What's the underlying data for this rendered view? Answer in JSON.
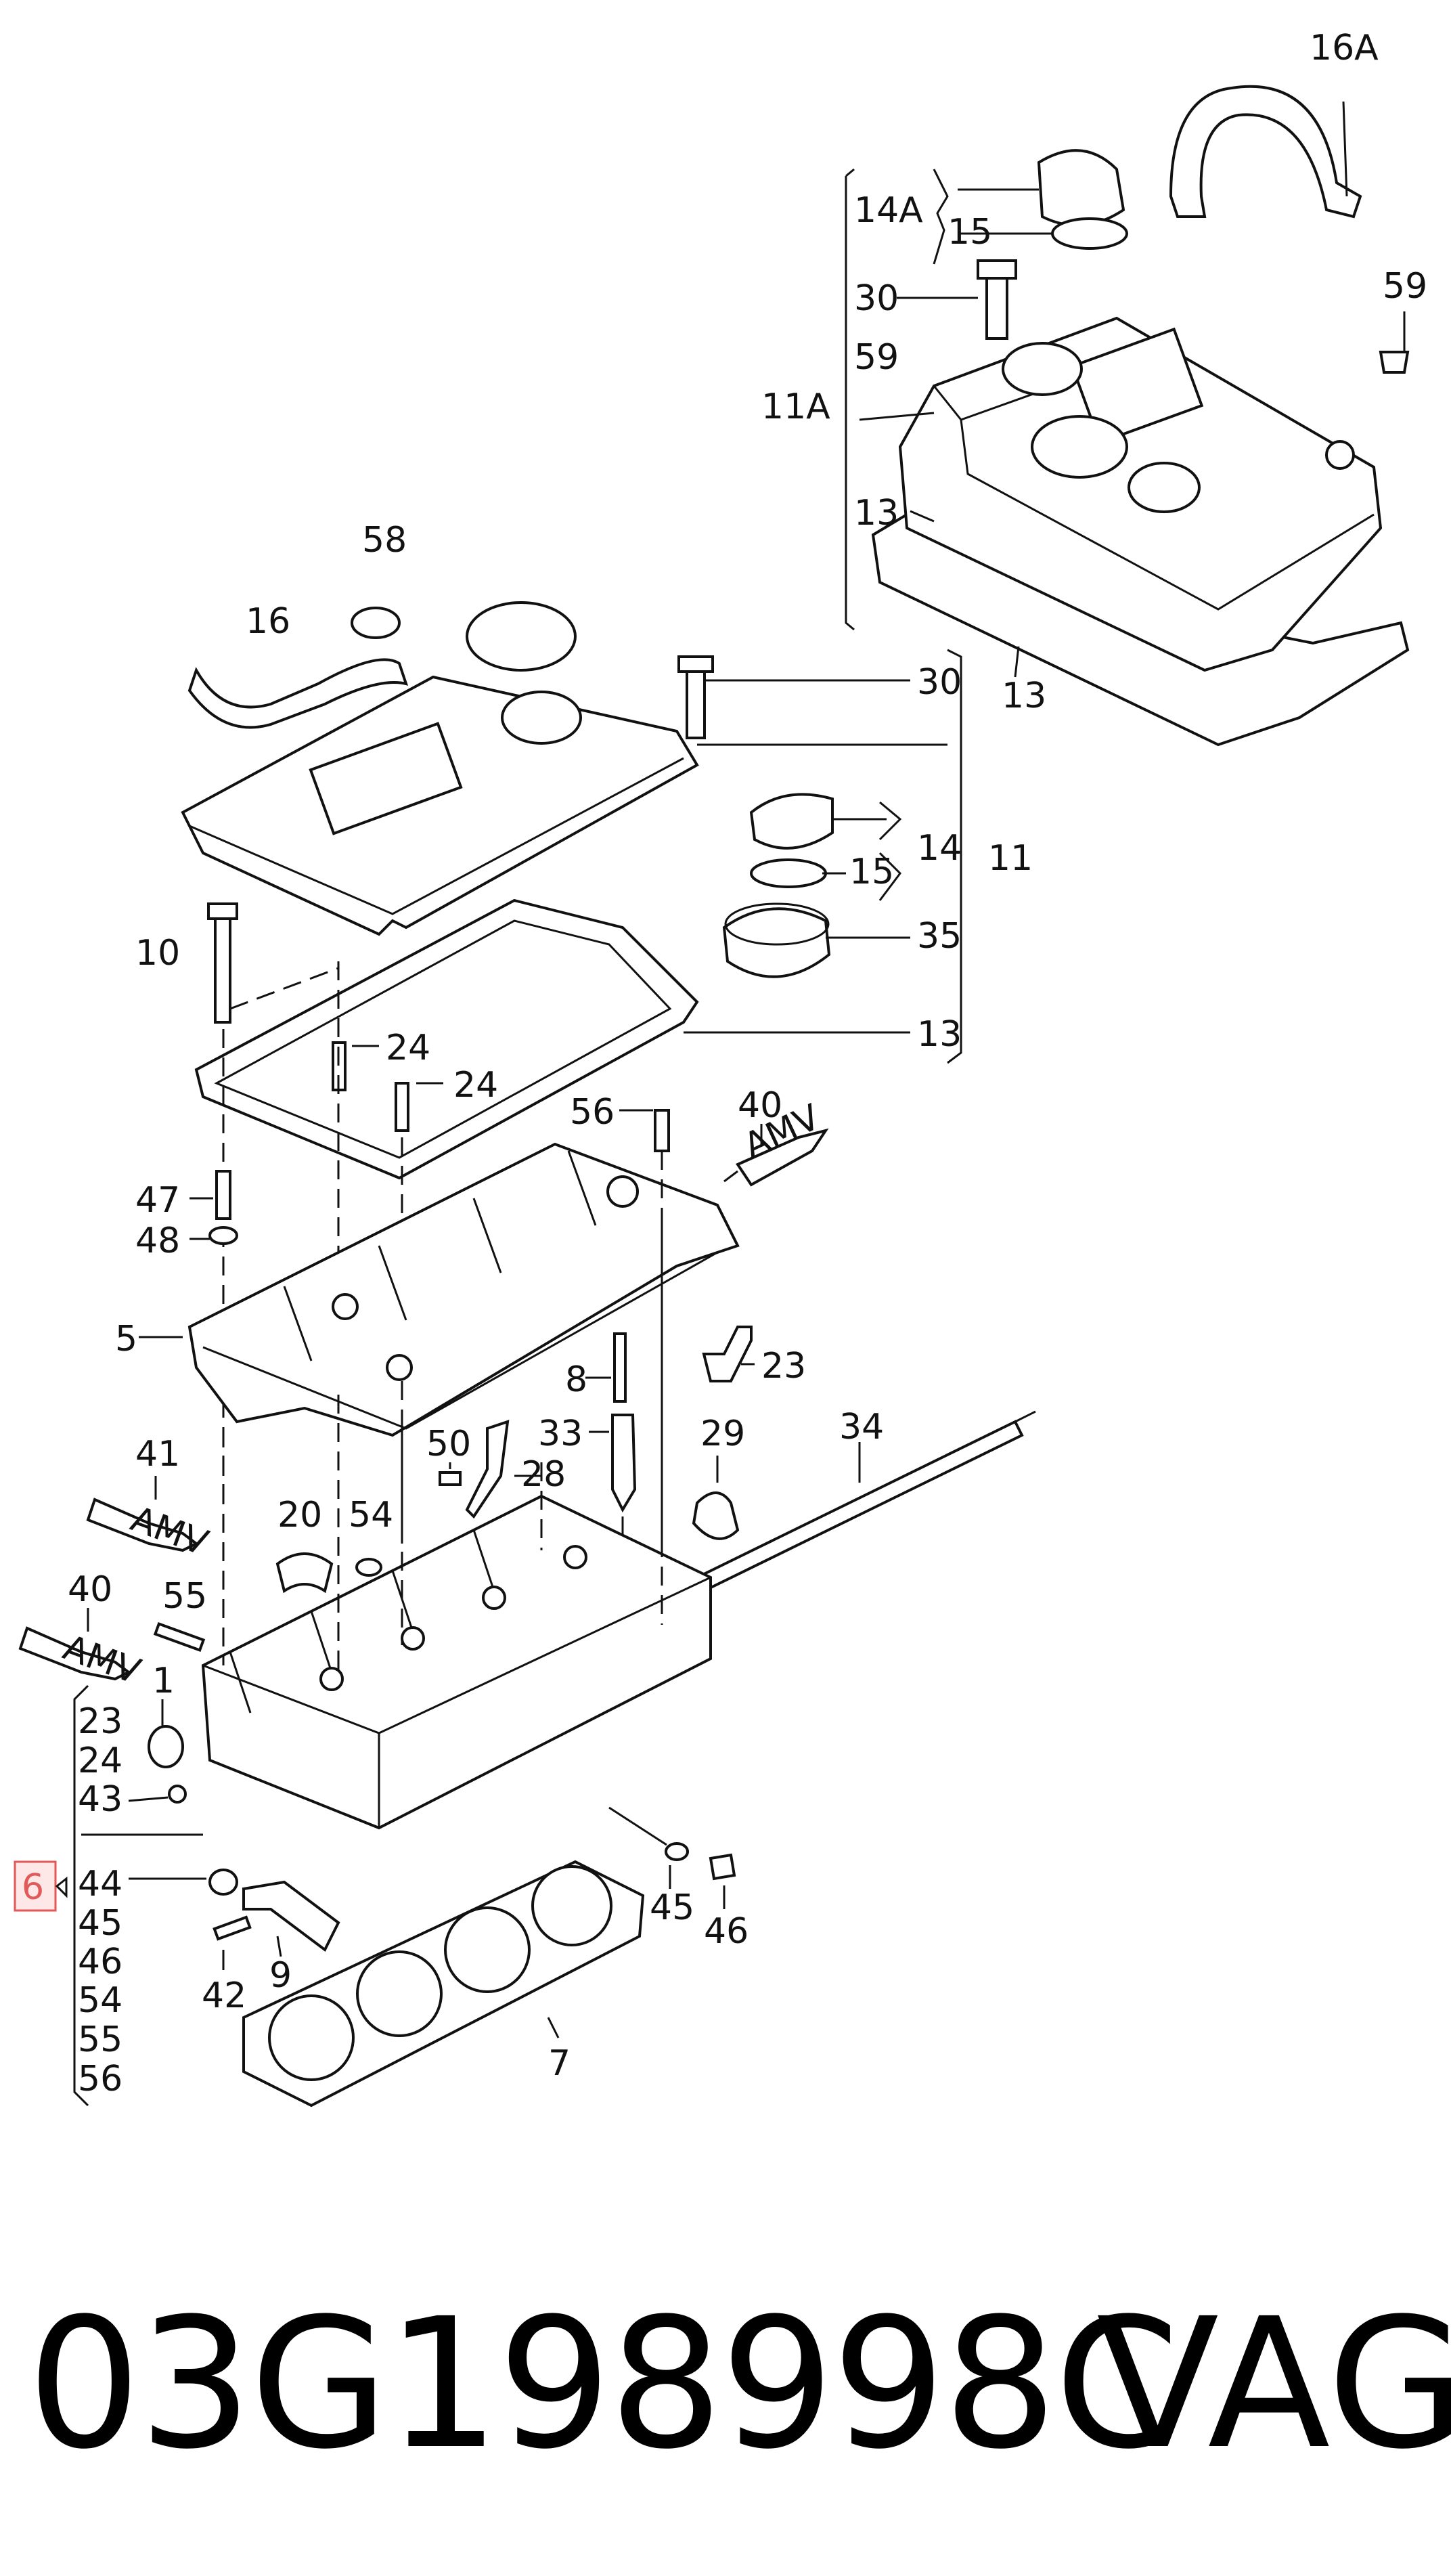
{
  "callouts": {
    "c16A": "16A",
    "c59_top": "59",
    "c14A": "14A",
    "c15_top": "15",
    "c30_top": "30",
    "c59_mid": "59",
    "c11A": "11A",
    "c13_a": "13",
    "c13_b": "13",
    "c58": "58",
    "c16": "16",
    "c30_mid": "30",
    "c14": "14",
    "c15_mid": "15",
    "c11": "11",
    "c35": "35",
    "c10": "10",
    "c24_a": "24",
    "c24_b": "24",
    "c13_c": "13",
    "c56": "56",
    "c40_top": "40",
    "c47": "47",
    "c48": "48",
    "c5": "5",
    "c8": "8",
    "c23_r": "23",
    "c33": "33",
    "c29": "29",
    "c34": "34",
    "c50": "50",
    "c28": "28",
    "c41": "41",
    "c20": "20",
    "c54_mid": "54",
    "c40_left": "40",
    "c55_mid": "55",
    "c1": "1",
    "c23_l": "23",
    "c24_l": "24",
    "c43": "43",
    "c6": "6",
    "c44": "44",
    "c45_l": "45",
    "c46_l": "46",
    "c54_l": "54",
    "c55_l": "55",
    "c56_l": "56",
    "c45": "45",
    "c46": "46",
    "c42": "42",
    "c9": "9",
    "c7": "7"
  },
  "labels": {
    "tube_text": "AMV"
  },
  "footer": {
    "part_number": "03G198998C",
    "brand": "VAG"
  },
  "colors": {
    "highlight": "#e05a5a",
    "highlight_fill": "#fde7e7",
    "ink": "#111111"
  }
}
